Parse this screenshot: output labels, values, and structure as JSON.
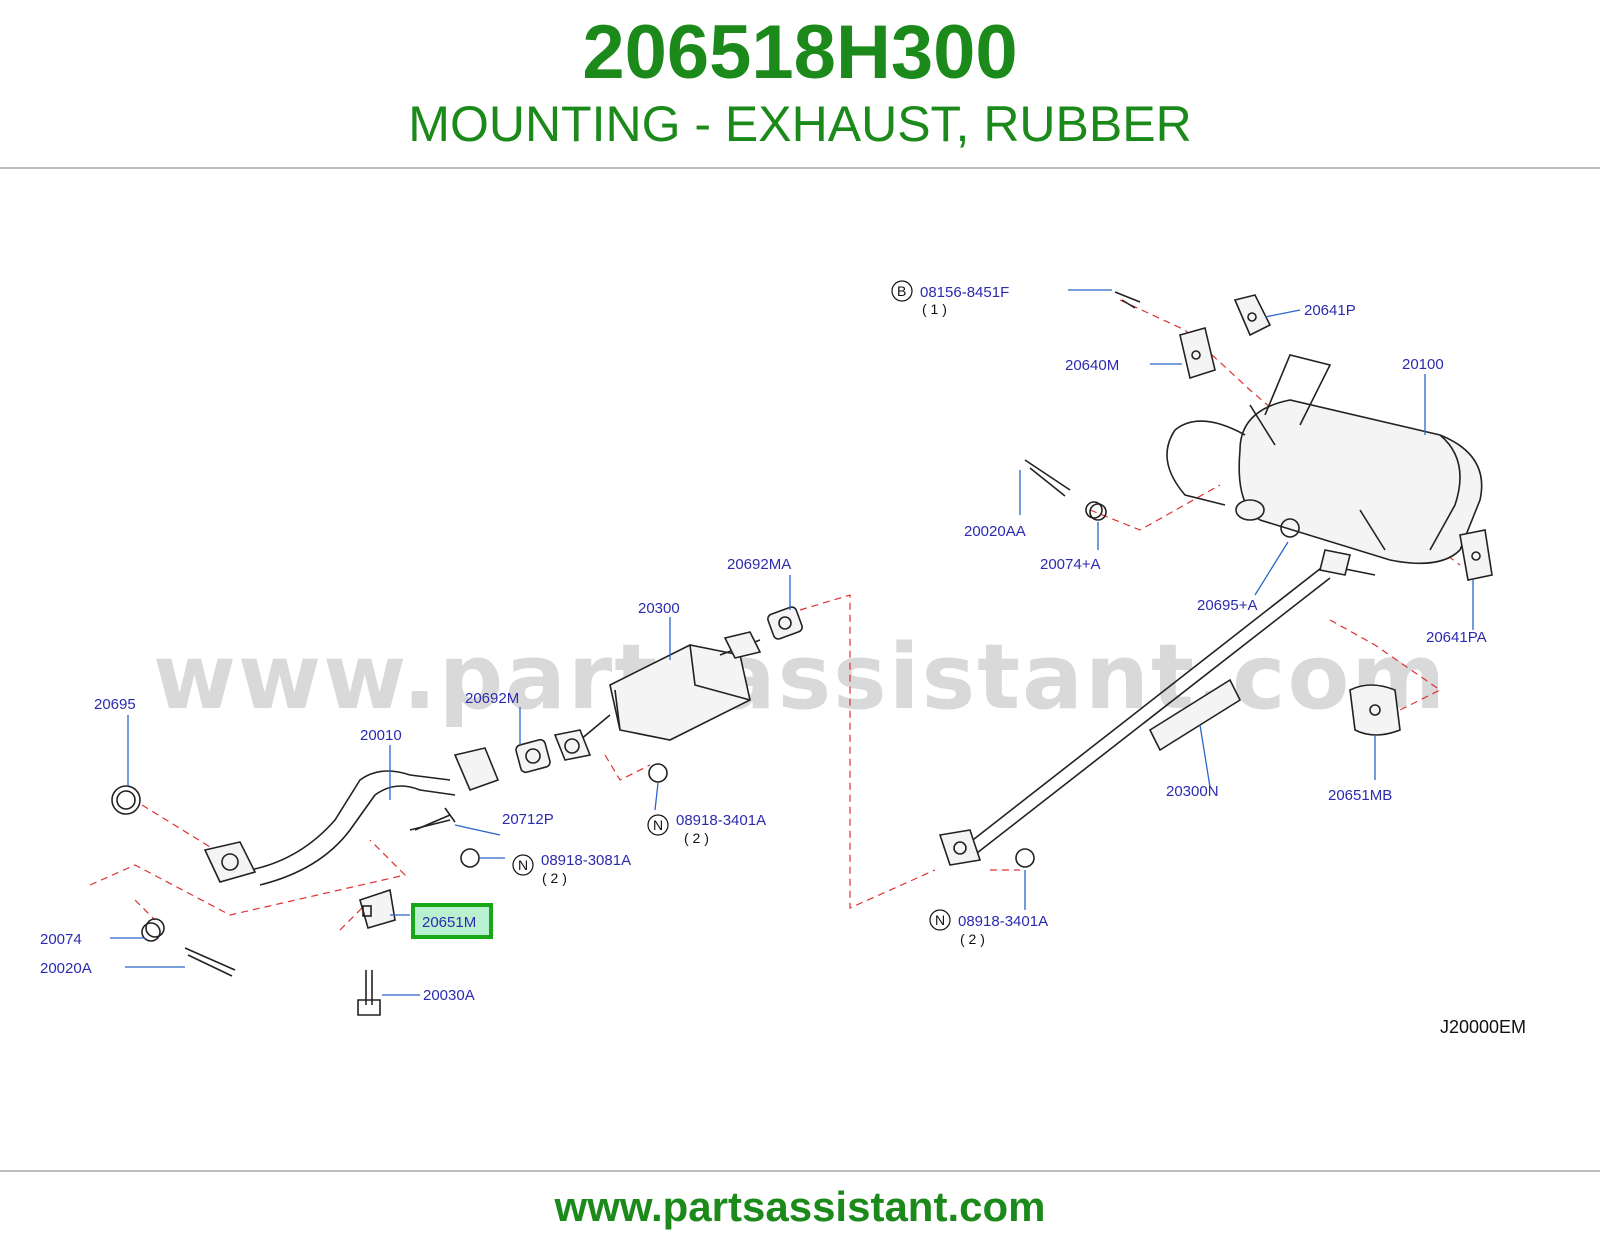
{
  "header": {
    "part_number": "206518H300",
    "description": "MOUNTING - EXHAUST, RUBBER"
  },
  "watermark": "www.partsassistant.com",
  "footer": {
    "site": "www.partsassistant.com"
  },
  "diagram": {
    "code": "J20000EM",
    "highlighted_part": "20651M",
    "highlight_color": "#16a816",
    "labels": {
      "p08156": "08156-8451F",
      "p08156_qty": "( 1 )",
      "p20641P": "20641P",
      "p20640M": "20640M",
      "p20100": "20100",
      "p20020AA": "20020AA",
      "p20074A": "20074+A",
      "p20695A": "20695+A",
      "p20641PA": "20641PA",
      "p20692MA": "20692MA",
      "p20300": "20300",
      "p20692M": "20692M",
      "p20695": "20695",
      "p20010": "20010",
      "p20712P": "20712P",
      "p08918a": "08918-3401A",
      "p08918a_qty": "( 2 )",
      "p08918b": "08918-3081A",
      "p08918b_qty": "( 2 )",
      "p20651M": "20651M",
      "p20074": "20074",
      "p20020A": "20020A",
      "p20030A": "20030A",
      "p20300N": "20300N",
      "p20651MB": "20651MB",
      "p08918c": "08918-3401A",
      "p08918c_qty": "( 2 )",
      "mark_B": "B",
      "mark_N1": "N",
      "mark_N2": "N",
      "mark_N3": "N"
    }
  }
}
